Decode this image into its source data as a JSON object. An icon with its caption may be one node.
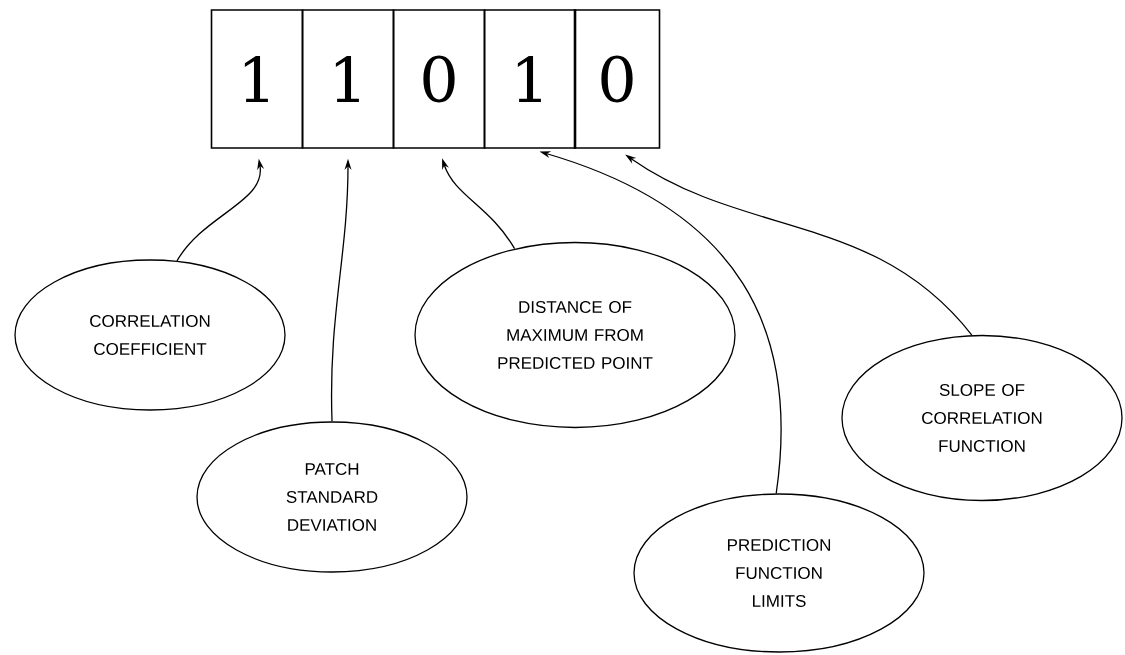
{
  "diagram": {
    "nodes": [
      {
        "text": [
          "1"
        ]
      },
      {
        "text": [
          "1"
        ]
      },
      {
        "text": [
          "0"
        ]
      },
      {
        "text": [
          "1"
        ]
      },
      {
        "text": [
          "0"
        ]
      },
      {
        "text": [
          "CORRELATION COEFFICIENT"
        ]
      },
      {
        "text": [
          "PATCH STANDARD DEVIATION"
        ]
      },
      {
        "text": [
          "DISTANCE OF MAXIMUM FROM PREDICTED POINT"
        ]
      },
      {
        "text": [
          "PREDICTION FUNCTION LIMITS"
        ]
      },
      {
        "text": [
          "SLOPE OF CORRELATION FUNCTION"
        ]
      }
    ],
    "edges": [
      {
        "from": 5,
        "to": 0,
        "arrow": "to"
      },
      {
        "from": 6,
        "to": 1,
        "arrow": "to"
      },
      {
        "from": 7,
        "to": 2,
        "arrow": "to"
      },
      {
        "from": 8,
        "to": 3,
        "arrow": "to"
      },
      {
        "from": 9,
        "to": 4,
        "arrow": "to"
      }
    ]
  }
}
